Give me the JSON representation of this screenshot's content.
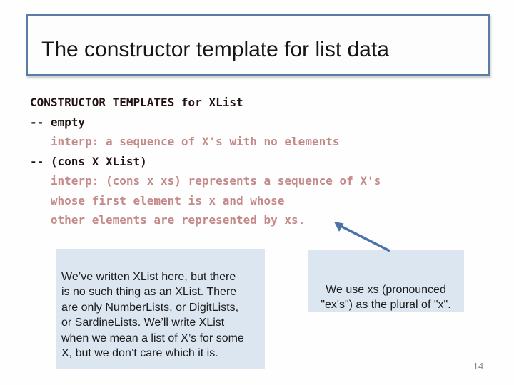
{
  "slide": {
    "title": "The constructor template for list data",
    "page_number": "14"
  },
  "code_block": {
    "lines": [
      {
        "text": "CONSTRUCTOR TEMPLATES for XList",
        "kind": "main"
      },
      {
        "text": "-- empty",
        "kind": "main"
      },
      {
        "text": "   interp: a sequence of X's with no elements",
        "kind": "interp"
      },
      {
        "text": "-- (cons X XList)",
        "kind": "main"
      },
      {
        "text": "   interp: (cons x xs) represents a sequence of X's",
        "kind": "interp"
      },
      {
        "text": "   whose first element is x and whose",
        "kind": "interp"
      },
      {
        "text": "   other elements are represented by xs.",
        "kind": "interp"
      }
    ]
  },
  "callouts": {
    "left_note": "We’ve written XList here, but there\nis no such thing as an XList.  There\nare only NumberLists, or DigitLists,\nor SardineLists.   We’ll write XList\nwhen we mean a list of X’s for some\nX, but we don’t care which it is.",
    "right_note": "We use xs (pronounced\n\"ex's\") as the plural of \"x\"."
  },
  "icons": {
    "arrow_connector": "up-left-arrow"
  },
  "colors": {
    "title_border": "#5b7da5",
    "code_main": "#241313",
    "code_interp": "#c48a8a",
    "callout_bg": "#dce6f1",
    "arrow": "#4a74a8",
    "page_number": "#8a8a8a"
  }
}
